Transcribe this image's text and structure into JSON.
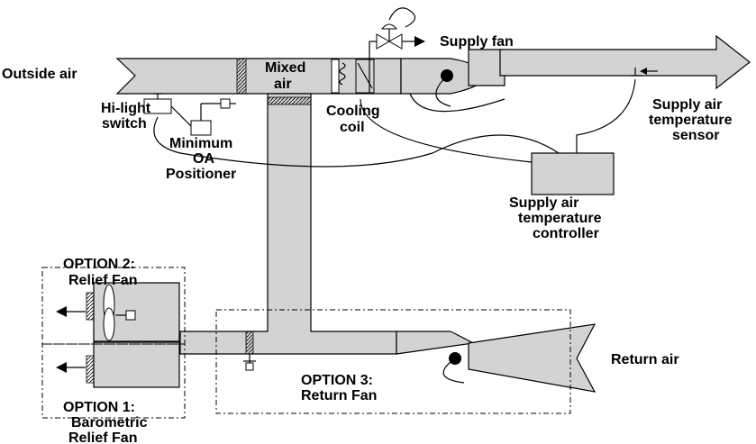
{
  "labels": {
    "outside_air": "Outside   air",
    "mixed_air_1": "Mixed",
    "mixed_air_2": "air",
    "supply_fan": "Supply    fan",
    "high_light_1": "Hi-light",
    "high_light_2": "switch",
    "min_oa_1": "Minimum",
    "min_oa_2": "OA",
    "min_oa_3": "Positioner",
    "cooling_1": "Cooling",
    "cooling_2": "coil",
    "sat_sensor_1": "Supply    air",
    "sat_sensor_2": "temperature",
    "sat_sensor_3": "sensor",
    "sat_ctrl_1": "Supply    air",
    "sat_ctrl_2": "temperature",
    "sat_ctrl_3": "controller",
    "option2_1": "OPTION    2:",
    "option2_2": "Relief    Fan",
    "option1_1": "OPTION    1:",
    "option1_2": "Barometric",
    "option1_3": "Relief    Fan",
    "option3_1": "OPTION    3:",
    "option3_2": "Return    Fan",
    "return_air": "Return    air"
  }
}
